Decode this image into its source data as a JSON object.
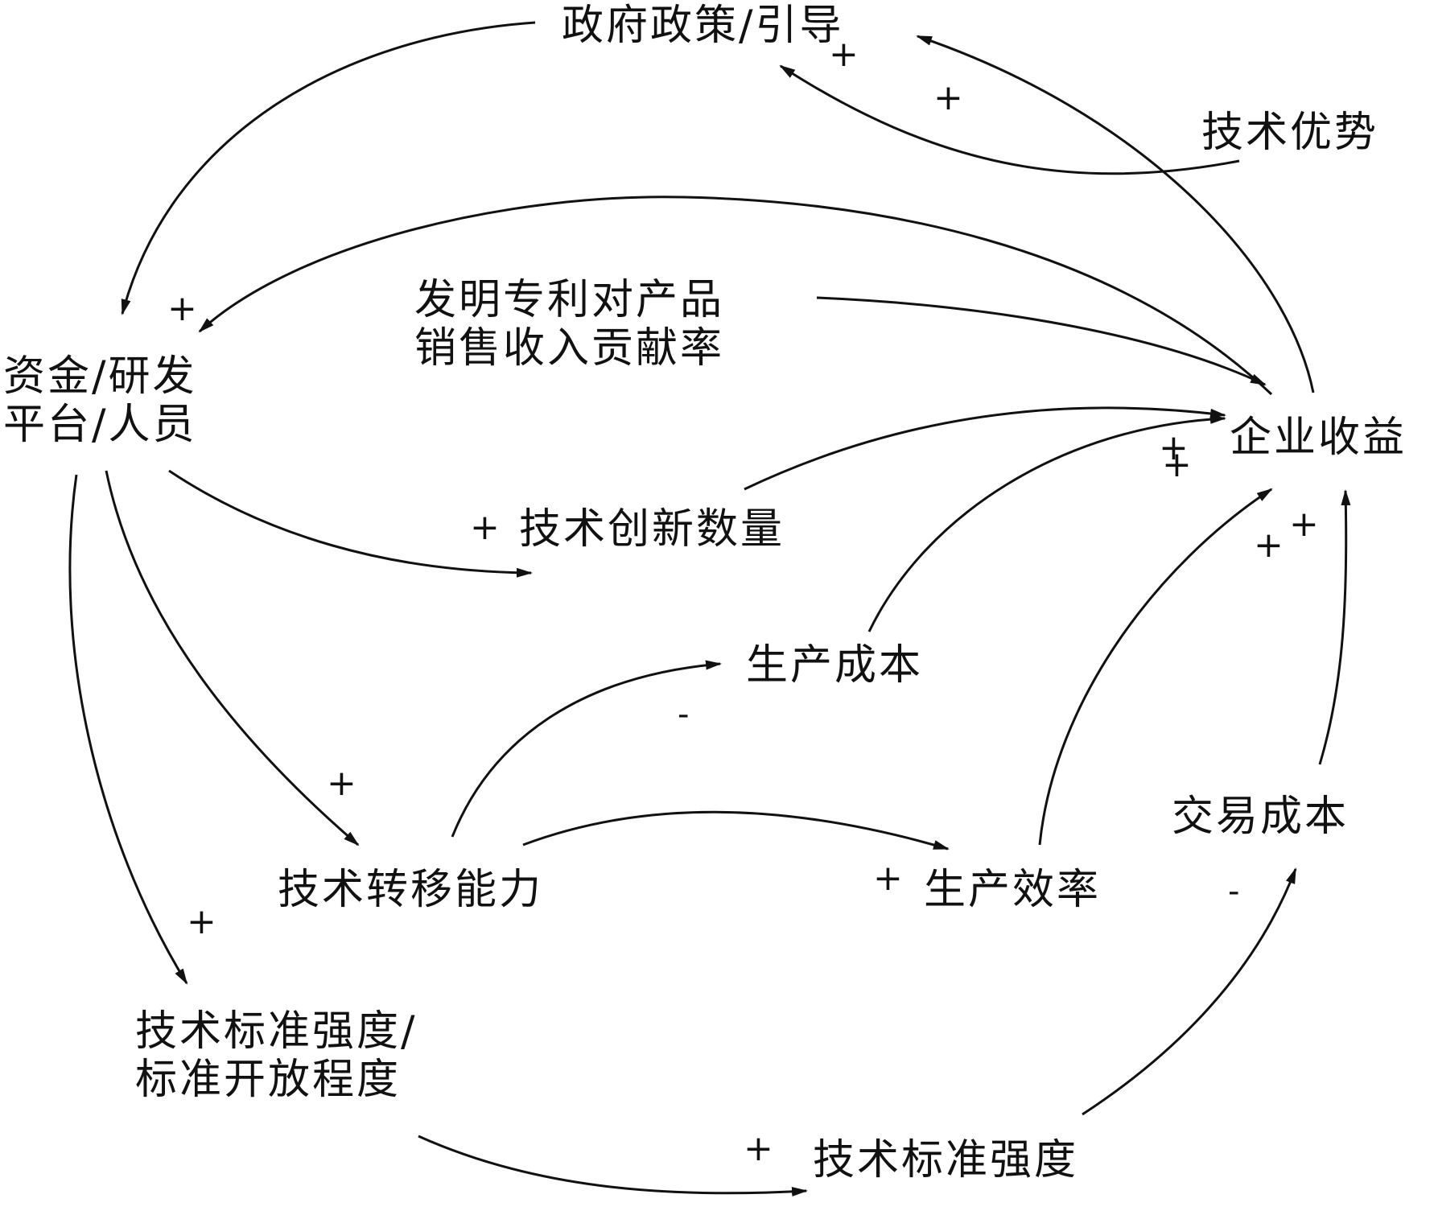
{
  "nodes": {
    "government_policy": "政府政策/引导",
    "tech_advantage": "技术优势",
    "patent_line1": "发明专利对产品",
    "patent_line2": "销售收入贡献率",
    "funding_line1": "资金/研发",
    "funding_line2": "平台/人员",
    "enterprise_revenue": "企业收益",
    "innovation_count": "技术创新数量",
    "production_cost": "生产成本",
    "transaction_cost": "交易成本",
    "tech_transfer": "技术转移能力",
    "production_efficiency": "生产效率",
    "standard_line1": "技术标准强度/",
    "standard_line2": "标准开放程度",
    "standard_strength": "技术标准强度"
  },
  "signs": {
    "plus": "+",
    "minus": "-"
  },
  "colors": {
    "ink": "#111111",
    "background": "#ffffff"
  }
}
